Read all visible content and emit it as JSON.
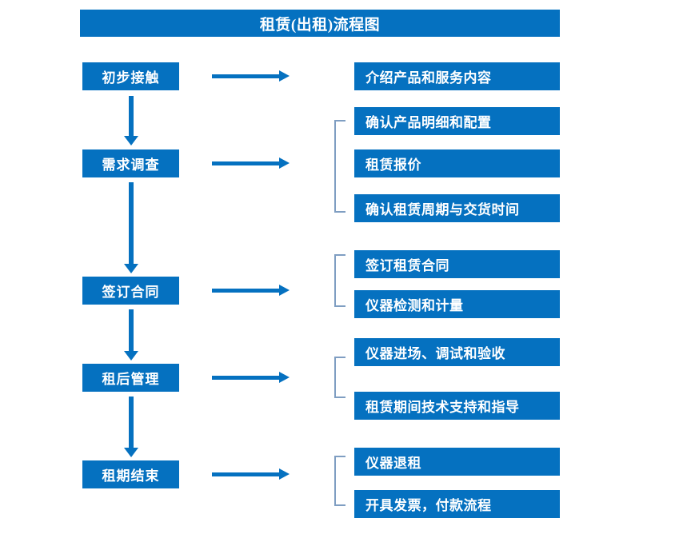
{
  "diagram": {
    "title": "租赁(出租)流程图",
    "accent_color": "#0571c0",
    "bracket_color": "#7f9ec2",
    "background_color": "#ffffff",
    "text_color": "#ffffff"
  },
  "stages": [
    {
      "label": "初步接触"
    },
    {
      "label": "需求调查"
    },
    {
      "label": "签订合同"
    },
    {
      "label": "租后管理"
    },
    {
      "label": "租期结束"
    }
  ],
  "details": {
    "group1": [
      {
        "label": "介绍产品和服务内容"
      }
    ],
    "group2": [
      {
        "label": "确认产品明细和配置"
      },
      {
        "label": "租赁报价"
      },
      {
        "label": "确认租赁周期与交货时间"
      }
    ],
    "group3": [
      {
        "label": "签订租赁合同"
      },
      {
        "label": "仪器检测和计量"
      }
    ],
    "group4": [
      {
        "label": "仪器进场、调试和验收"
      },
      {
        "label": "租赁期间技术支持和指导"
      }
    ],
    "group5": [
      {
        "label": "仪器退租"
      },
      {
        "label": "开具发票，付款流程"
      }
    ]
  }
}
